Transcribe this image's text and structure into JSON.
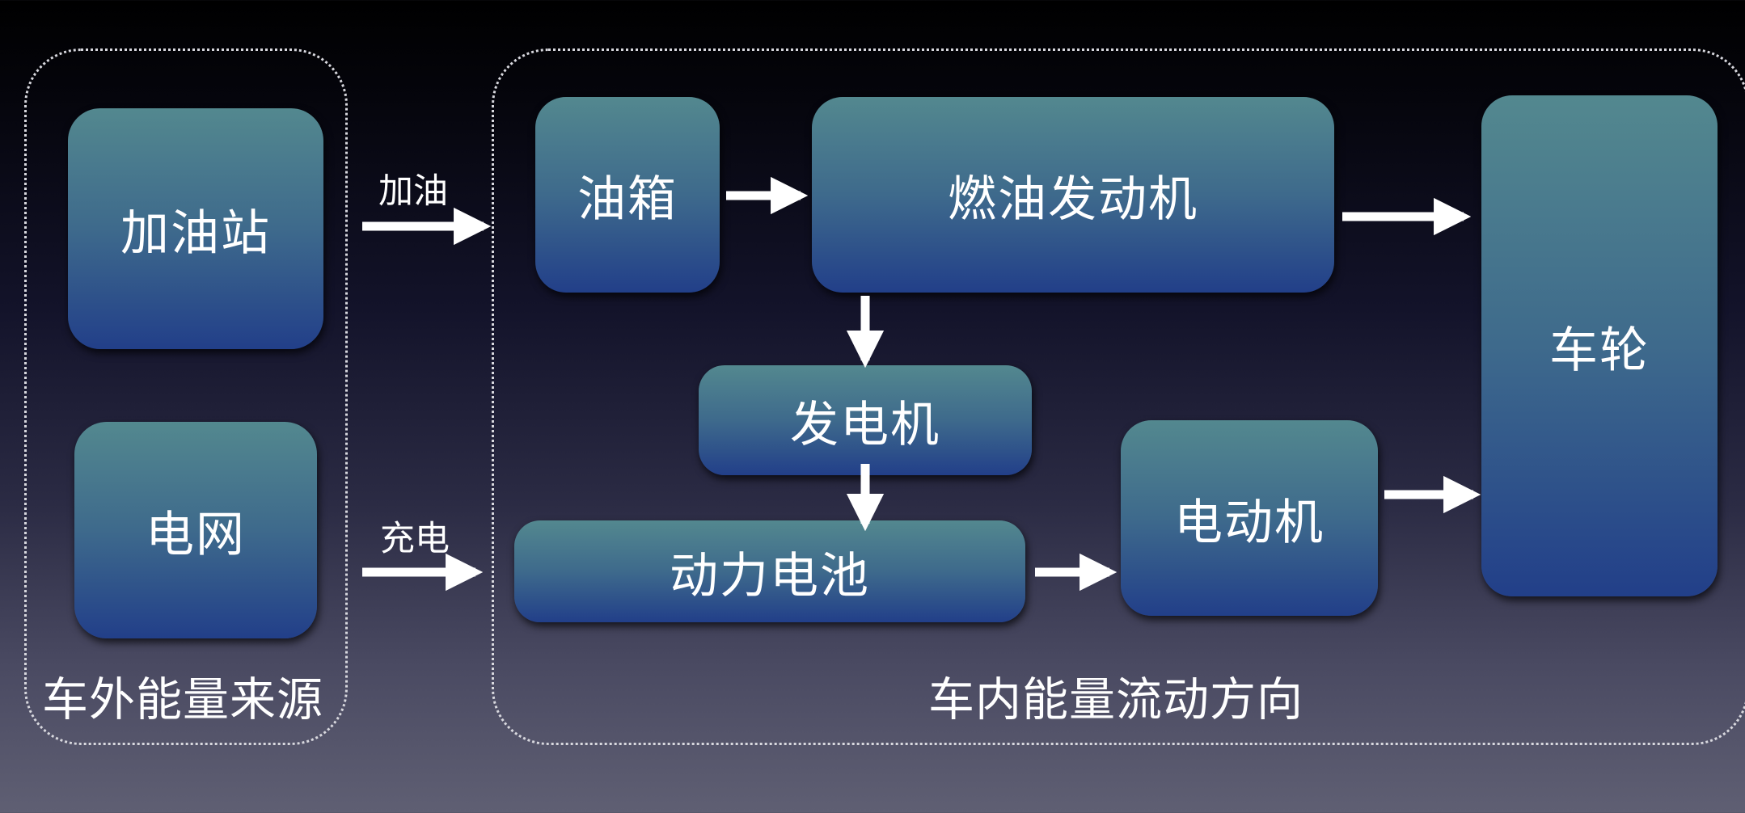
{
  "groups": {
    "external": {
      "label": "车外能量来源"
    },
    "internal": {
      "label": "车内能量流动方向"
    }
  },
  "nodes": {
    "gas_station": "加油站",
    "power_grid": "电网",
    "fuel_tank": "油箱",
    "fuel_engine": "燃油发动机",
    "generator": "发电机",
    "power_battery": "动力电池",
    "electric_motor": "电动机",
    "wheels": "车轮"
  },
  "edges": {
    "refuel": "加油",
    "charge": "充电"
  },
  "colors": {
    "node_top": "#53888f",
    "node_bottom": "#223f89",
    "arrow": "#ffffff",
    "border": "#d8d8de"
  }
}
